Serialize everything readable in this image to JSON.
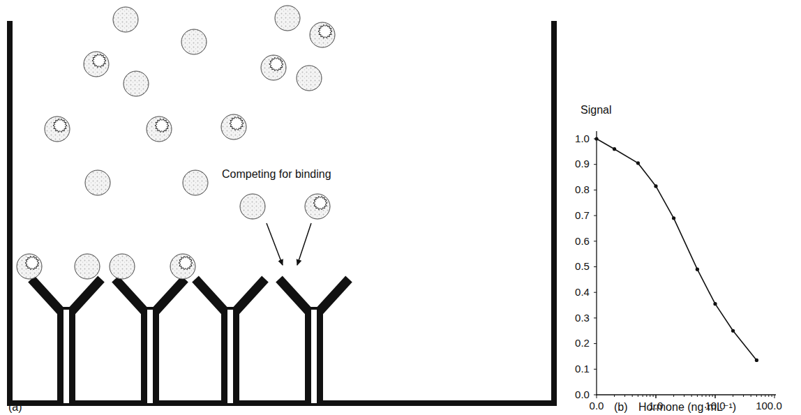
{
  "diagram": {
    "labels": [
      "Competing for binding",
      "(a)",
      "Signal",
      "1.0",
      "0.9",
      "0.8",
      "0.7",
      "0.6",
      "0.5",
      "0.4",
      "0.3",
      "0.2",
      "0.1",
      "0.0",
      "0.0",
      "1.0",
      "10.0",
      "100.0",
      "Hormone (ng·mL⁻¹)",
      "(b)"
    ]
  }
}
